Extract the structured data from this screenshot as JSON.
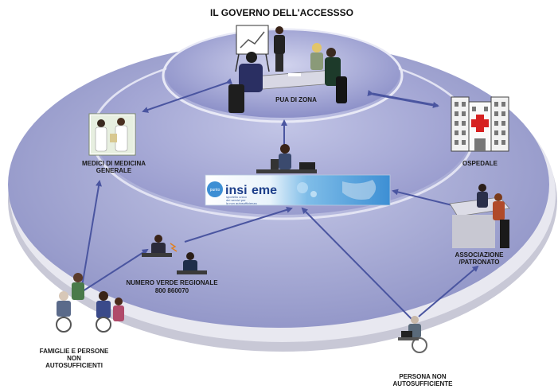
{
  "title": "IL GOVERNO DELL'ACCESSSO",
  "nodes": {
    "pua": "PUA DI ZONA",
    "medici_line1": "MEDICI DI MEDICINA",
    "medici_line2": "GENERALE",
    "ospedale": "OSPEDALE",
    "associazione_line1": "ASSOCIAZIONE",
    "associazione_line2": "/PATRONATO",
    "numero_verde_line1": "NUMERO VERDE REGIONALE",
    "numero_verde_line2": "800 860070",
    "famiglie_line1": "FAMIGLIE E PERSONE",
    "famiglie_line2": "NON",
    "famiglie_line3": "AUTOSUFFICIENTI",
    "persona_line1": "PERSONA NON",
    "persona_line2": "AUTOSUFFICIENTE"
  },
  "banner": {
    "badge": "punto",
    "brand_left": "insi",
    "brand_right": "eme",
    "subtitle_line1": "sportello unico",
    "subtitle_line2": "dei servizi per",
    "subtitle_line3": "la non autosufficienza"
  },
  "colors": {
    "outer_disc": "#b9bde0",
    "outer_ring": "#d9d9e8",
    "inner_disc": "#a9acd9",
    "core_disc": "#9da0d3",
    "arrow": "#4a55a0",
    "banner": "#3d8fd4"
  }
}
